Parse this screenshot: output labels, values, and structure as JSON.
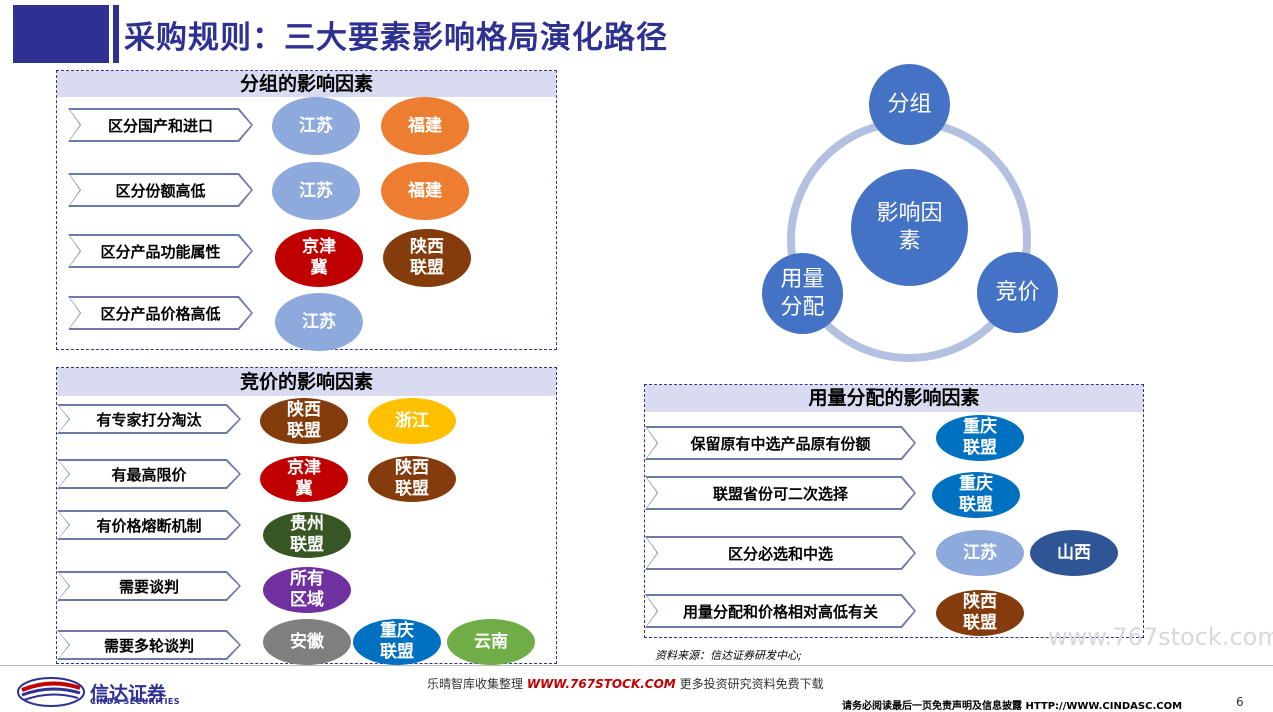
{
  "title": "采购规则：三大要素影响格局演化路径",
  "colors": {
    "brand": "#2E3192",
    "panel_head": "#D9DCF0"
  },
  "grouping": {
    "heading": "分组的影响因素",
    "rows": [
      {
        "label": "区分国产和进口",
        "bubbles": [
          {
            "text": "江苏",
            "color": "#8EA9DB"
          },
          {
            "text": "福建",
            "color": "#ED7D31"
          }
        ]
      },
      {
        "label": "区分份额高低",
        "bubbles": [
          {
            "text": "江苏",
            "color": "#8EA9DB"
          },
          {
            "text": "福建",
            "color": "#ED7D31"
          }
        ]
      },
      {
        "label": "区分产品功能属性",
        "bubbles": [
          {
            "text": "京津\n冀",
            "color": "#C00000"
          },
          {
            "text": "陕西\n联盟",
            "color": "#843C0C"
          }
        ]
      },
      {
        "label": "区分产品价格高低",
        "bubbles": [
          {
            "text": "江苏",
            "color": "#8EA9DB"
          }
        ]
      }
    ]
  },
  "bidding": {
    "heading": "竞价的影响因素",
    "rows": [
      {
        "label": "有专家打分淘汰",
        "bubbles": [
          {
            "text": "陕西\n联盟",
            "color": "#843C0C"
          },
          {
            "text": "浙江",
            "color": "#FFC000"
          }
        ]
      },
      {
        "label": "有最高限价",
        "bubbles": [
          {
            "text": "京津\n冀",
            "color": "#C00000"
          },
          {
            "text": "陕西\n联盟",
            "color": "#843C0C"
          }
        ]
      },
      {
        "label": "有价格熔断机制",
        "bubbles": [
          {
            "text": "贵州\n联盟",
            "color": "#375623"
          }
        ]
      },
      {
        "label": "需要谈判",
        "bubbles": [
          {
            "text": "所有\n区域",
            "color": "#7030A0"
          }
        ]
      },
      {
        "label": "需要多轮谈判",
        "bubbles": [
          {
            "text": "安徽",
            "color": "#7F7F7F"
          },
          {
            "text": "重庆\n联盟",
            "color": "#0070C0"
          },
          {
            "text": "云南",
            "color": "#70AD47"
          }
        ]
      }
    ]
  },
  "allocation": {
    "heading": "用量分配的影响因素",
    "rows": [
      {
        "label": "保留原有中选产品原有份额",
        "bubbles": [
          {
            "text": "重庆\n联盟",
            "color": "#0070C0"
          }
        ]
      },
      {
        "label": "联盟省份可二次选择",
        "bubbles": [
          {
            "text": "重庆\n联盟",
            "color": "#0070C0"
          }
        ]
      },
      {
        "label": "区分必选和中选",
        "bubbles": [
          {
            "text": "江苏",
            "color": "#8EA9DB"
          },
          {
            "text": "山西",
            "color": "#2F5597"
          }
        ]
      },
      {
        "label": "用量分配和价格相对高低有关",
        "bubbles": [
          {
            "text": "陕西\n联盟",
            "color": "#843C0C"
          }
        ]
      }
    ]
  },
  "cycle": {
    "center": "影响因\n素",
    "top": "分组",
    "right": "竞价",
    "left": "用量\n分配",
    "color": "#4472C4",
    "ring_color": "#B4C0E0"
  },
  "source": "资料来源：信达证券研发中心;",
  "watermark": "www.767stock.com",
  "footer": {
    "logo_cn": "信达证券",
    "logo_en": "CINDA SECURITIES",
    "center_pre": "乐晴智库收集整理 ",
    "center_url": "WWW.767STOCK.COM",
    "center_post": " 更多投资研究资料免费下载",
    "right": "请务必阅读最后一页免责声明及信息披露  HTTP://WWW.CINDASC.COM",
    "page": "6"
  }
}
